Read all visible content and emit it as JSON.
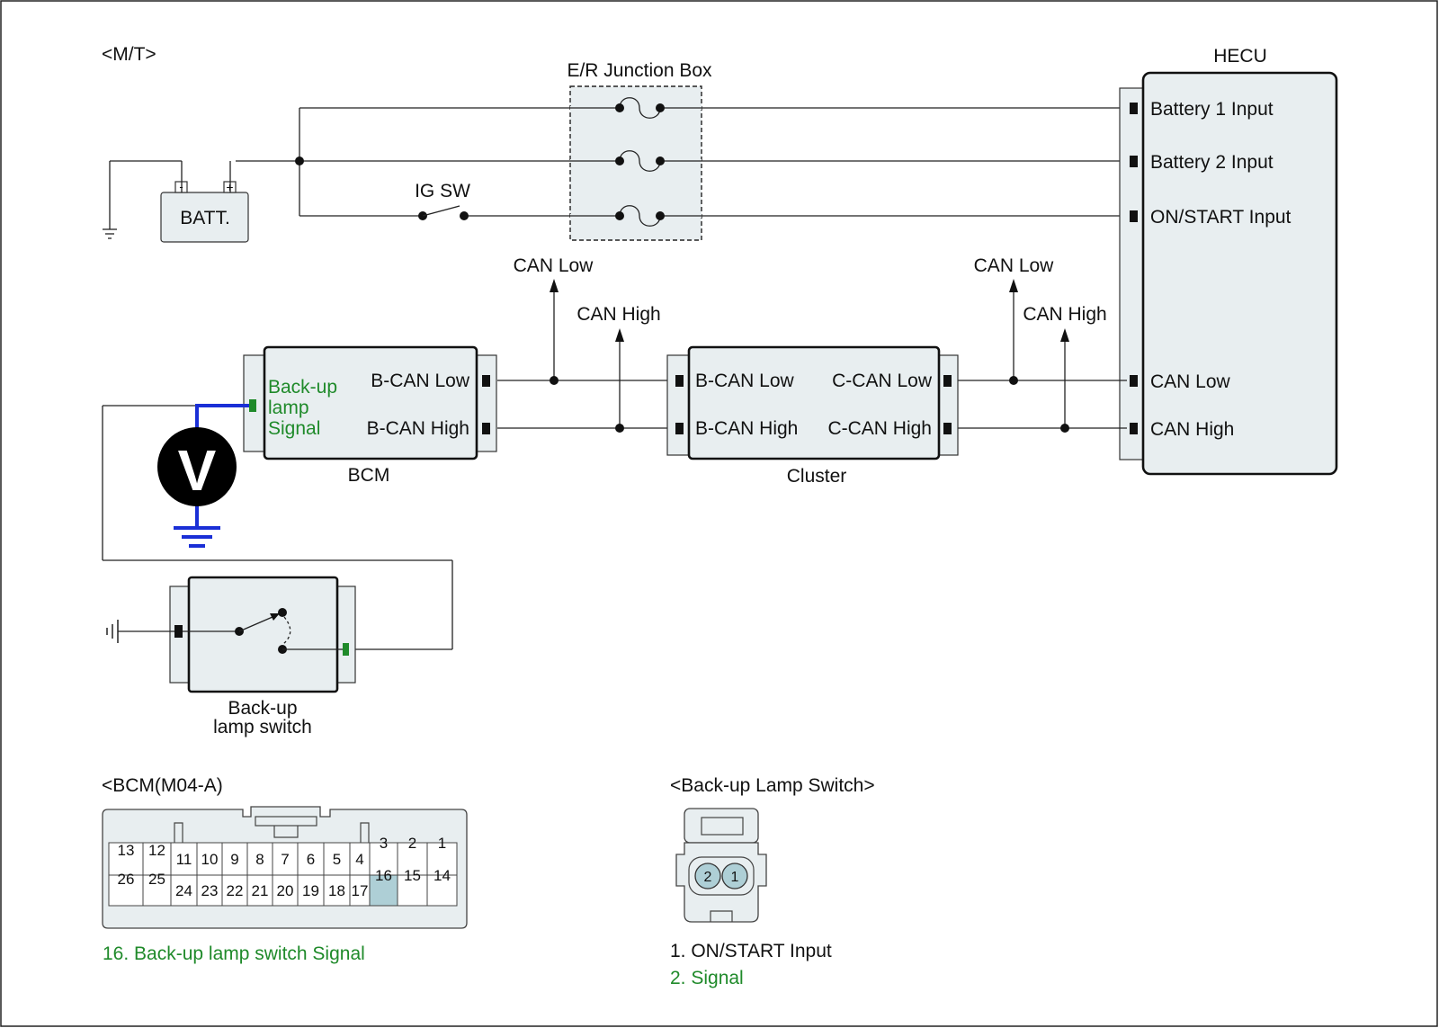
{
  "colors": {
    "box_fill": "#e8eef0",
    "signal_green": "#1f8a2a",
    "meter_blue": "#1a2fd6",
    "highlight_pin": "#aecfd6"
  },
  "header": {
    "variant": "<M/T>"
  },
  "junction_box": {
    "title": "E/R Junction Box"
  },
  "battery": {
    "label": "BATT.",
    "minus": "-",
    "plus": "+"
  },
  "ignition": {
    "label": "IG SW"
  },
  "hecu": {
    "title": "HECU",
    "inputs": [
      "Battery 1 Input",
      "Battery 2 Input",
      "ON/START Input"
    ],
    "can_low": "CAN Low",
    "can_high": "CAN High"
  },
  "bcm": {
    "title": "BCM",
    "signal_label": [
      "Back-up",
      "lamp",
      "Signal"
    ],
    "can_low": "B-CAN Low",
    "can_high": "B-CAN High"
  },
  "cluster": {
    "title": "Cluster",
    "b_can_low": "B-CAN Low",
    "b_can_high": "B-CAN High",
    "c_can_low": "C-CAN Low",
    "c_can_high": "C-CAN High"
  },
  "can_taps": {
    "left_low": "CAN Low",
    "left_high": "CAN High",
    "right_low": "CAN Low",
    "right_high": "CAN High"
  },
  "voltmeter": {
    "symbol": "V"
  },
  "backup_switch": {
    "title": [
      "Back-up",
      "lamp switch"
    ]
  },
  "bcm_connector": {
    "title": "<BCM(M04-A)",
    "top_row": [
      "13",
      "12",
      "11",
      "10",
      "9",
      "8",
      "7",
      "6",
      "5",
      "4",
      "3",
      "2",
      "1"
    ],
    "bottom_row": [
      "26",
      "25",
      "24",
      "23",
      "22",
      "21",
      "20",
      "19",
      "18",
      "17",
      "16",
      "15",
      "14"
    ],
    "highlight_pin": "16",
    "legend": "16. Back-up lamp switch Signal"
  },
  "switch_connector": {
    "title": "<Back-up Lamp Switch>",
    "pins": [
      "2",
      "1"
    ],
    "legend": [
      "1. ON/START Input",
      "2. Signal"
    ]
  }
}
